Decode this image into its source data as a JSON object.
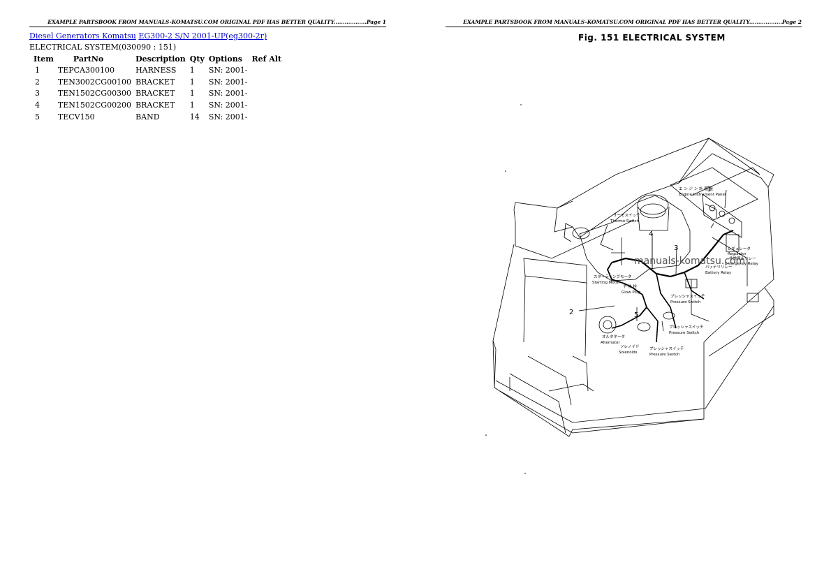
{
  "header": {
    "page1": "EXAMPLE PARTSBOOK FROM MANUALS-KOMATSU.COM ORIGINAL PDF HAS BETTER QUALITY..................Page 1",
    "page2": "EXAMPLE PARTSBOOK FROM MANUALS-KOMATSU.COM ORIGINAL PDF HAS BETTER QUALITY..................Page 2"
  },
  "breadcrumb": {
    "link1": "Diesel Generators Komatsu",
    "link2": "EG300-2 S/N 2001-UP(eg300-2r)"
  },
  "section_title": "ELECTRICAL SYSTEM(030090 : 151)",
  "table": {
    "headers": [
      "Item",
      "PartNo",
      "Description",
      "Qty",
      "Options",
      "Ref Alt"
    ],
    "rows": [
      [
        "1",
        "TEPCA300100",
        "HARNESS",
        "1",
        "SN: 2001-",
        ""
      ],
      [
        "2",
        "TEN3002CG00100",
        "BRACKET",
        "1",
        "SN: 2001-",
        ""
      ],
      [
        "3",
        "TEN1502CG00300",
        "BRACKET",
        "1",
        "SN: 2001-",
        ""
      ],
      [
        "4",
        "TEN1502CG00200",
        "BRACKET",
        "1",
        "SN: 2001-",
        ""
      ],
      [
        "5",
        "TECV150",
        "BAND",
        "14",
        "SN: 2001-",
        ""
      ]
    ]
  },
  "figure": {
    "title": "Fig. 151   ELECTRICAL SYSTEM",
    "watermark": "manuals-komatsu.com",
    "callouts": [
      "1",
      "2",
      "3",
      "4",
      "5"
    ],
    "labels": {
      "engine_panel_jp": "エ ン ジ ン 計 器 盤",
      "engine_panel": "Engine Instrument Panel",
      "thermo_jp": "サーモスイッチ",
      "thermo": "Thermo Switch",
      "regulator_jp": "レギュレータ",
      "regulator": "Regulator",
      "emergency_relay_jp": "非常停止リレー",
      "emergency_relay": "Emergency Relay",
      "battery_relay_jp": "バッテリリレー",
      "battery_relay": "Battery Relay",
      "starting_motor_jp": "スターティングモータ",
      "starting_motor": "Starting Motor",
      "glow_plug_jp": "予 熱 栓",
      "glow_plug": "Glow Plug",
      "pressure_switch1_jp": "プレッシャスイッチ",
      "pressure_switch1": "Pressure Switch",
      "pressure_switch2_jp": "プレッシャスイッチ",
      "pressure_switch2": "Pressure Switch",
      "pressure_switch3_jp": "プレッシャスイッチ",
      "pressure_switch3": "Pressure Switch",
      "alternator_jp": "オルタネータ",
      "alternator": "Alternator",
      "solenoids_jp": "ソレノイド",
      "solenoids": "Solenoids"
    }
  }
}
